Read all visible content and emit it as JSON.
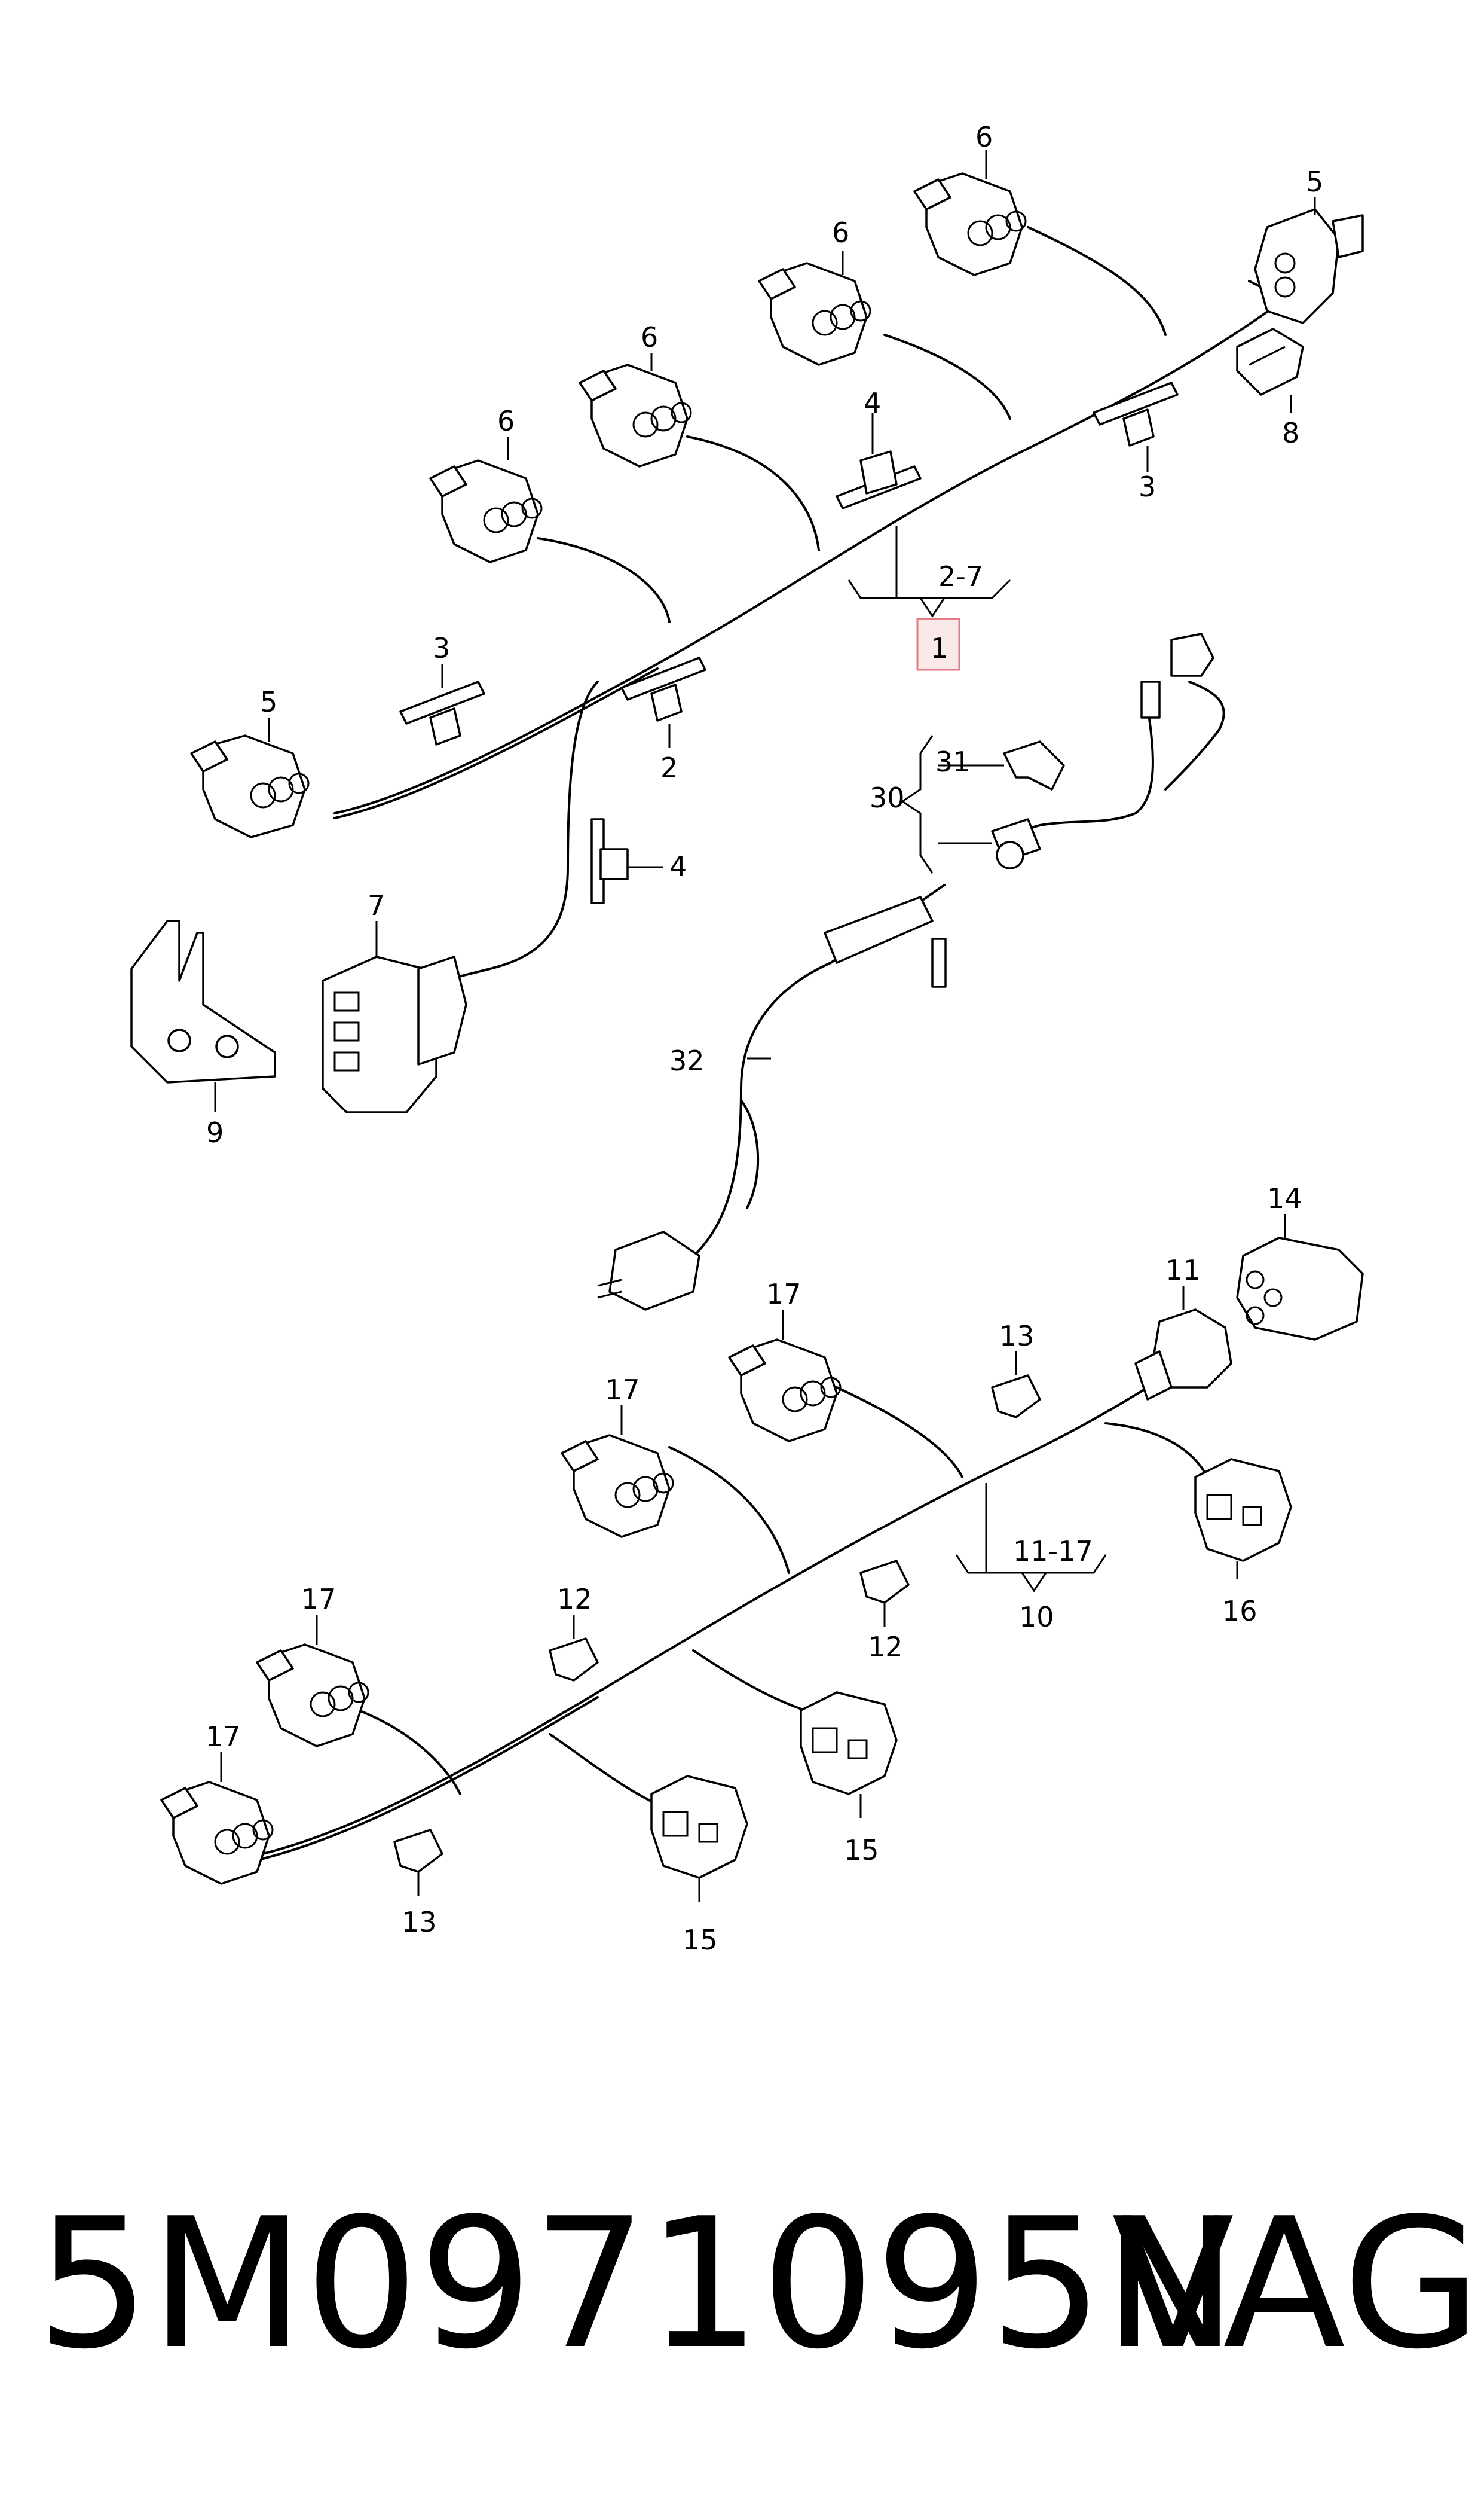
{
  "diagram": {
    "callouts": {
      "upper": {
        "c6a": "6",
        "c6b": "6",
        "c6c": "6",
        "c6d": "6",
        "c5a": "5",
        "c5b": "5",
        "c8": "8",
        "c4a": "4",
        "c4b": "4",
        "c3a": "3",
        "c3b": "3",
        "c2": "2",
        "c2_7": "2-7",
        "c1": "1",
        "c7": "7",
        "c9": "9"
      },
      "middle": {
        "c31": "31",
        "c30": "30",
        "c32": "32"
      },
      "lower": {
        "c14": "14",
        "c11": "11",
        "c17a": "17",
        "c17b": "17",
        "c17c": "17",
        "c17d": "17",
        "c13a": "13",
        "c13b": "13",
        "c12a": "12",
        "c12b": "12",
        "c11_17": "11-17",
        "c10": "10",
        "c16": "16",
        "c15a": "15",
        "c15b": "15"
      }
    },
    "highlight_color": "#e37b84"
  },
  "footer": {
    "part_number": "5M0971095N",
    "brand": "VAG"
  }
}
